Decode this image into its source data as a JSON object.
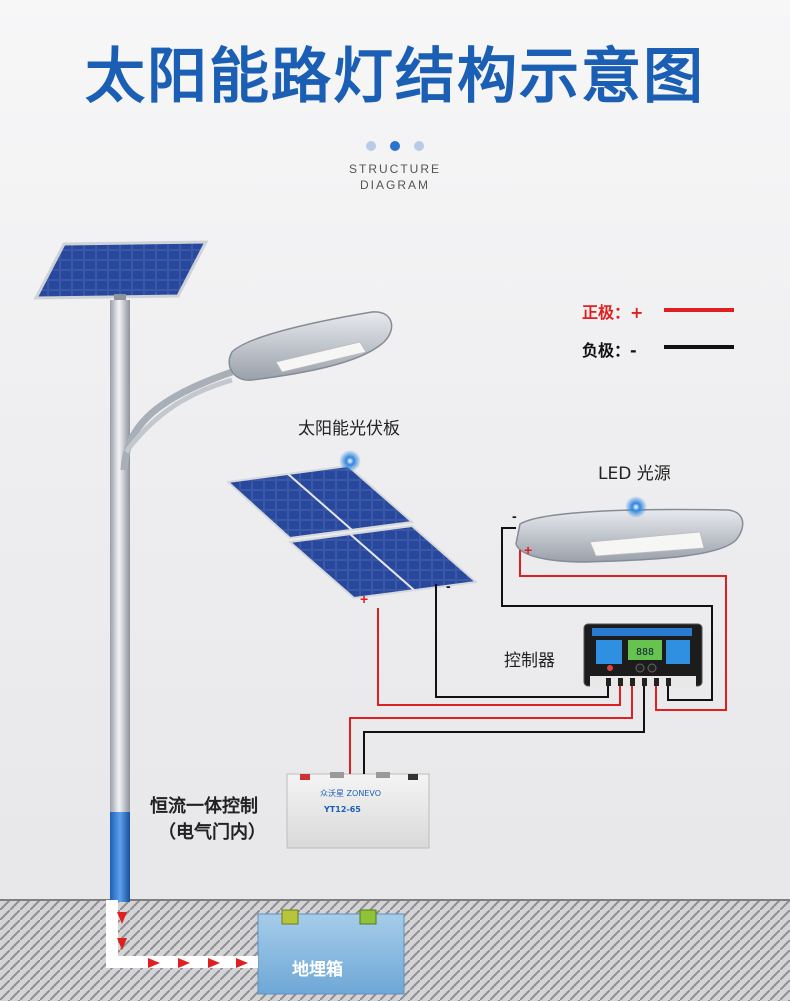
{
  "header": {
    "title": "太阳能路灯结构示意图",
    "subtitle_line1": "STRUCTURE",
    "subtitle_line2": "DIAGRAM"
  },
  "legend": {
    "positive_label": "正极：+",
    "negative_label": "负极：-",
    "positive_color": "#e02020",
    "negative_color": "#111111"
  },
  "components": {
    "solar_panel": "太阳能光伏板",
    "led": "LED 光源",
    "controller": "控制器",
    "battery_note_line1": "恒流一体控制",
    "battery_note_line2": "（电气门内）",
    "ground_box": "地埋箱"
  },
  "terminals": {
    "plus": "+",
    "minus": "-"
  },
  "battery": {
    "brand": "众沃星 ZONEVO",
    "model": "YT12-65"
  },
  "controller_screen": {
    "readout": "888"
  },
  "icons": [
    "hotspot-icon",
    "arrow-right-icon",
    "arrow-down-icon"
  ]
}
